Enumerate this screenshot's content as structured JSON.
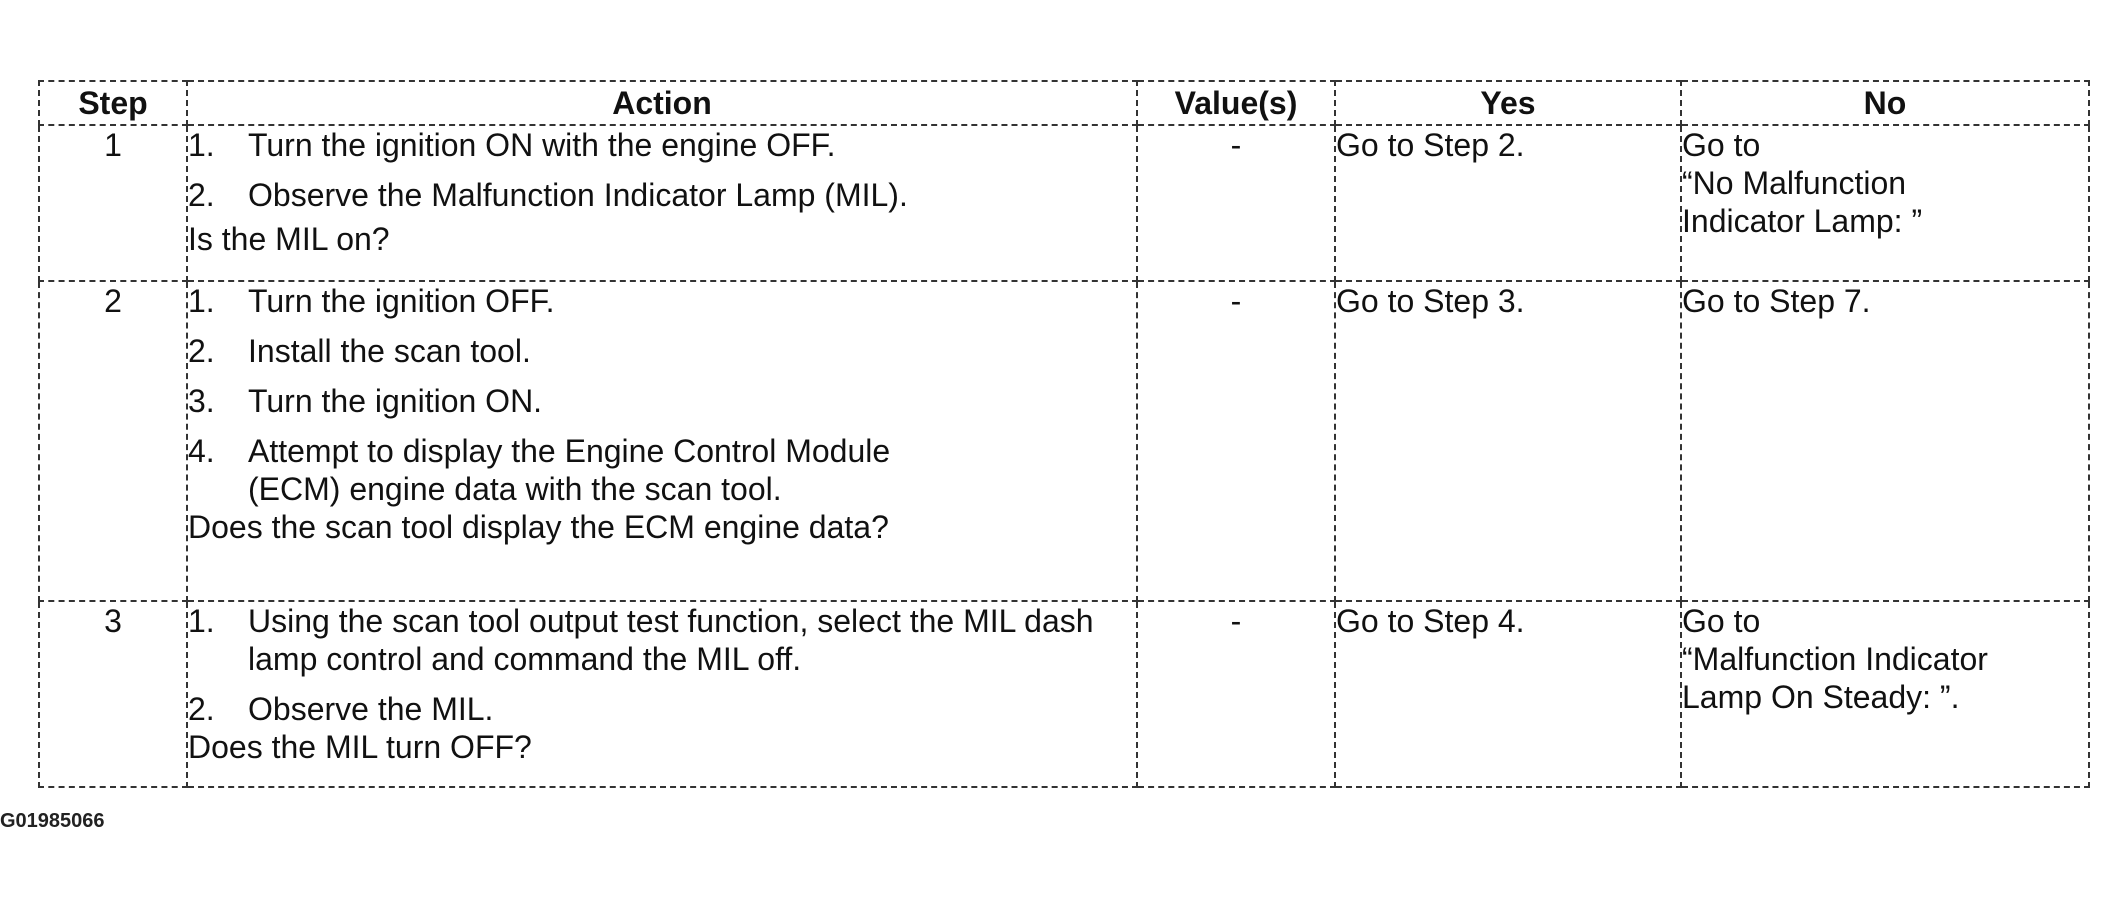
{
  "headers": {
    "step": "Step",
    "action": "Action",
    "values": "Value(s)",
    "yes": "Yes",
    "no": "No"
  },
  "rows": [
    {
      "step": "1",
      "actions": [
        {
          "num": "1.",
          "text": "Turn the ignition ON with the engine OFF."
        },
        {
          "num": "2.",
          "text": "Observe the Malfunction Indicator Lamp (MIL)."
        }
      ],
      "question": "Is the MIL on?",
      "value": "-",
      "yes": "Go to Step 2.",
      "no": [
        "Go to",
        "“No Malfunction",
        "Indicator Lamp: ”"
      ]
    },
    {
      "step": "2",
      "actions": [
        {
          "num": "1.",
          "text": "Turn the ignition OFF."
        },
        {
          "num": "2.",
          "text": "Install the scan tool."
        },
        {
          "num": "3.",
          "text": "Turn the ignition ON."
        },
        {
          "num": "4.",
          "text": "Attempt to display the Engine Control Module (ECM) engine data with the scan tool."
        }
      ],
      "question": "Does the scan tool display the ECM engine data?",
      "value": "-",
      "yes": "Go to Step 3.",
      "no": [
        "Go to Step 7."
      ]
    },
    {
      "step": "3",
      "actions": [
        {
          "num": "1.",
          "text": "Using the scan tool output test function, select the MIL dash lamp control and command the MIL off."
        },
        {
          "num": "2.",
          "text": "Observe the MIL."
        }
      ],
      "question": "Does the MIL turn OFF?",
      "value": "-",
      "yes": "Go to Step 4.",
      "no": [
        "Go to",
        "“Malfunction Indicator",
        "Lamp On Steady: ”."
      ]
    }
  ],
  "figure_id": "G01985066"
}
